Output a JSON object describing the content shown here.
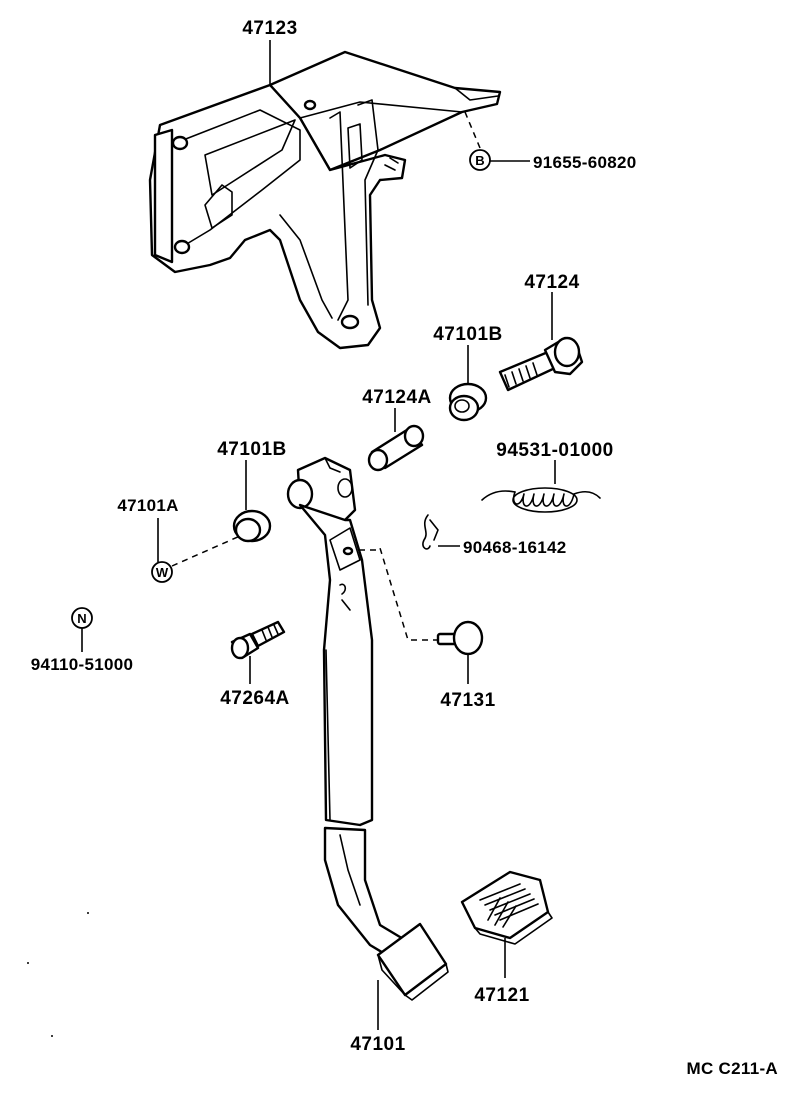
{
  "diagram": {
    "footer_code": "MC C211-A",
    "symbols": {
      "bolt_symbol": "B",
      "washer_symbol": "W",
      "nut_symbol": "N"
    },
    "parts": [
      {
        "id": "bracket",
        "number": "47123"
      },
      {
        "id": "bracket-bolt",
        "number": "91655-60820"
      },
      {
        "id": "pivot-bolt",
        "number": "47124"
      },
      {
        "id": "bushing-upper",
        "number": "47101B"
      },
      {
        "id": "collar",
        "number": "47124A"
      },
      {
        "id": "bushing-lower",
        "number": "47101B"
      },
      {
        "id": "washer",
        "number": "94531-01000"
      },
      {
        "id": "return-spring",
        "number": "47101A"
      },
      {
        "id": "clip",
        "number": "90468-16142"
      },
      {
        "id": "nut",
        "number": "94110-51000"
      },
      {
        "id": "stopper-bolt",
        "number": "47264A"
      },
      {
        "id": "cushion",
        "number": "47131"
      },
      {
        "id": "pedal-pad",
        "number": "47121"
      },
      {
        "id": "brake-pedal",
        "number": "47101"
      }
    ]
  }
}
